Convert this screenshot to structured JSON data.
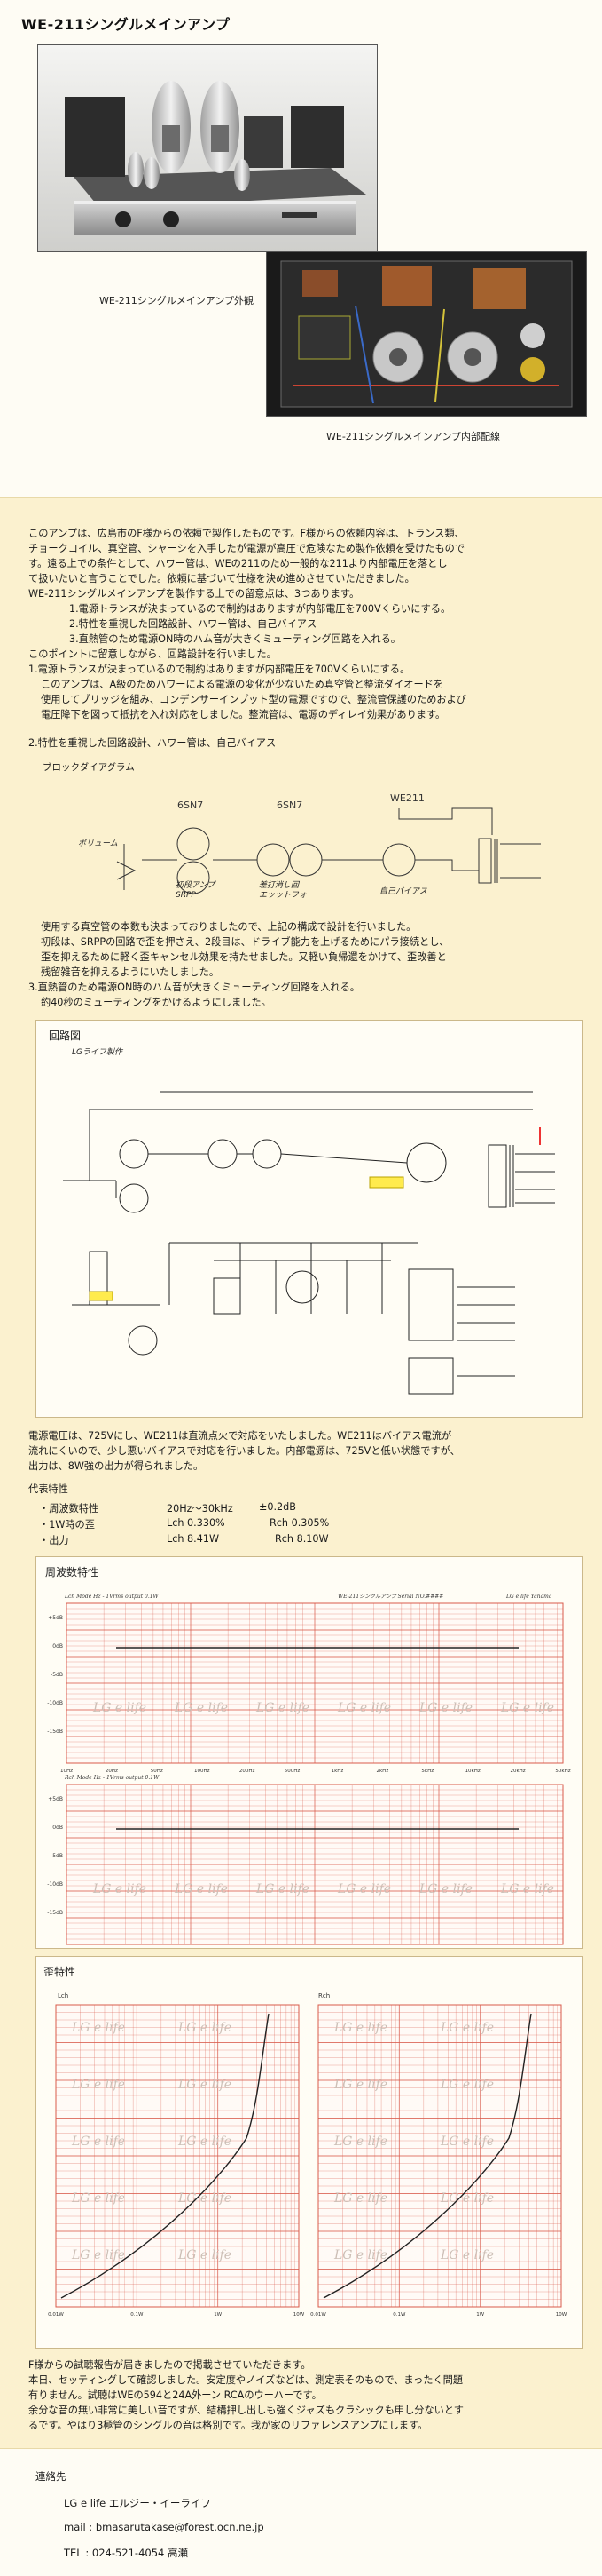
{
  "title": "WE-211シングルメインアンプ",
  "photos": {
    "exterior_caption": "WE-211シングルメインアンプ外観",
    "interior_caption": "WE-211シングルメインアンプ内部配線"
  },
  "intro": [
    "このアンプは、広島市のF様からの依頼で製作したものです。F様からの依頼内容は、トランス類、",
    "チョークコイル、真空管、シャーシを入手したが電源が高圧で危険なため製作依頼を受けたもので",
    "す。遠る上での条件として、ハワー管は、WEの211のため一般的な211より内部電圧を落とし",
    "て扱いたいと言うことでした。依頼に基づいて仕様を決め進めさせていただきました。",
    "WE-211シングルメインアンプを製作する上での留意点は、3つあります。"
  ],
  "points": [
    "1.電源トランスが決まっているので制約はありますが内部電圧を700Vくらいにする。",
    "2.特性を重視した回路設計、ハワー管は、自己バイアス",
    "3.直熱管のため電源ON時のハム音が大きくミューティング回路を入れる。"
  ],
  "points_intro": "このポイントに留意しながら、回路設計を行いました。",
  "section1": {
    "heading": "1.電源トランスが決まっているので制約はありますが内部電圧を700Vくらいにする。",
    "lines": [
      "このアンプは、A級のためハワーによる電源の変化が少ないため真空管と整流ダイオードを",
      "使用してブリッジを組み、コンデンサーインプット型の電源ですので、整流管保護のためおよび",
      "電圧降下を図って抵抗を入れ対応をしました。整流管は、電源のディレイ効果があります。"
    ]
  },
  "section2": {
    "heading": "2.特性を重視した回路設計、ハワー管は、自己バイアス",
    "block_label": "ブロックダイアグラム",
    "block": {
      "tube1": "6SN7",
      "tube2": "6SN7",
      "tube3": "WE211",
      "volume": "ボリューム",
      "stage1": "初段アンプ\nSRPP",
      "stage2": "差打消し回\nエッットフォ",
      "stage3": "自己バイアス"
    },
    "lines": [
      "使用する真空管の本数も決まっておりましたので、上記の構成で設計を行いました。",
      "初段は、SRPPの回路で歪を押さえ、2段目は、ドライブ能力を上げるためにパラ接続とし、",
      "歪を抑えるために軽く歪キャンセル効果を持たせました。又軽い負帰還をかけて、歪改善と",
      "残留雑音を抑えるようにいたしました。"
    ]
  },
  "section3": {
    "heading": "3.直熱管のため電源ON時のハム音が大きくミューティング回路を入れる。",
    "line": "約40秒のミューティングをかけるようにしました。"
  },
  "schematic": {
    "label": "回路図",
    "sublabel": "LGライフ製作"
  },
  "result_lines": [
    "電源電圧は、725Vにし、WE211は直流点火で対応をいたしました。WE211はバイアス電流が",
    "流れにくいので、少し悪いバイアスで対応を行いました。内部電源は、725Vと低い状態ですが、",
    "出力は、8W強の出力が得られました。"
  ],
  "specs": {
    "heading": "代表特性",
    "rows": [
      {
        "label": "・周波数特性",
        "v1": "20Hz〜30kHz",
        "v2": "±0.2dB"
      },
      {
        "label": "・1W時の歪",
        "v1": "Lch  0.330%",
        "v2": "Rch  0.305%"
      },
      {
        "label": "・出力",
        "v1": "Lch  8.41W",
        "v2": "Rch  8.10W"
      }
    ]
  },
  "freq_chart": {
    "label": "周波数特性",
    "header_left": "Lch  Mode Hz - 1Vrms output 0.1W",
    "header_mid": "WE-211シングルアンプ  Serial NO.####",
    "header_right": "LG e life  Yahama",
    "panel2_title": "Rch  Mode Hz - 1Vrms output 0.1W",
    "watermark": "LG e life",
    "y_ticks": [
      "+5dB",
      "0dB",
      "-5dB",
      "-10dB",
      "-15dB"
    ],
    "x_ticks": [
      "10Hz",
      "20Hz",
      "50Hz",
      "100Hz",
      "200Hz",
      "500Hz",
      "1kHz",
      "2kHz",
      "5kHz",
      "10kHz",
      "20kHz",
      "50kHz"
    ]
  },
  "dist_chart": {
    "label": "歪特性",
    "left_title": "Lch",
    "right_title": "Rch",
    "watermark": "LG e life",
    "x_ticks": [
      "0.01W",
      "0.1W",
      "1W",
      "10W"
    ]
  },
  "report_lines": [
    "F様からの試聴報告が届きましたので掲載させていただきます。",
    "本日、セッティングして確認しました。安定度やノイズなどは、測定表そのもので、まったく問題",
    "有りません。試聴はWEの594と24A外ーン RCAのウーハーです。",
    "余分な音の無い非常に美しい音ですが、結構押し出しも強くジャズもクラシックも申し分ないとす",
    "るです。やはり3極管のシングルの音は格別です。我が家のリファレンスアンプにします。"
  ],
  "contact": {
    "heading": "連絡先",
    "company": "LG e life エルジー・イーライフ",
    "mail": "mail : bmasarutakase@forest.ocn.ne.jp",
    "tel": "TEL : 024-521-4054  高瀬"
  },
  "colors": {
    "page_bg": "#fbf1cf",
    "grid_red": "#d95a4a",
    "trace": "#222222"
  }
}
